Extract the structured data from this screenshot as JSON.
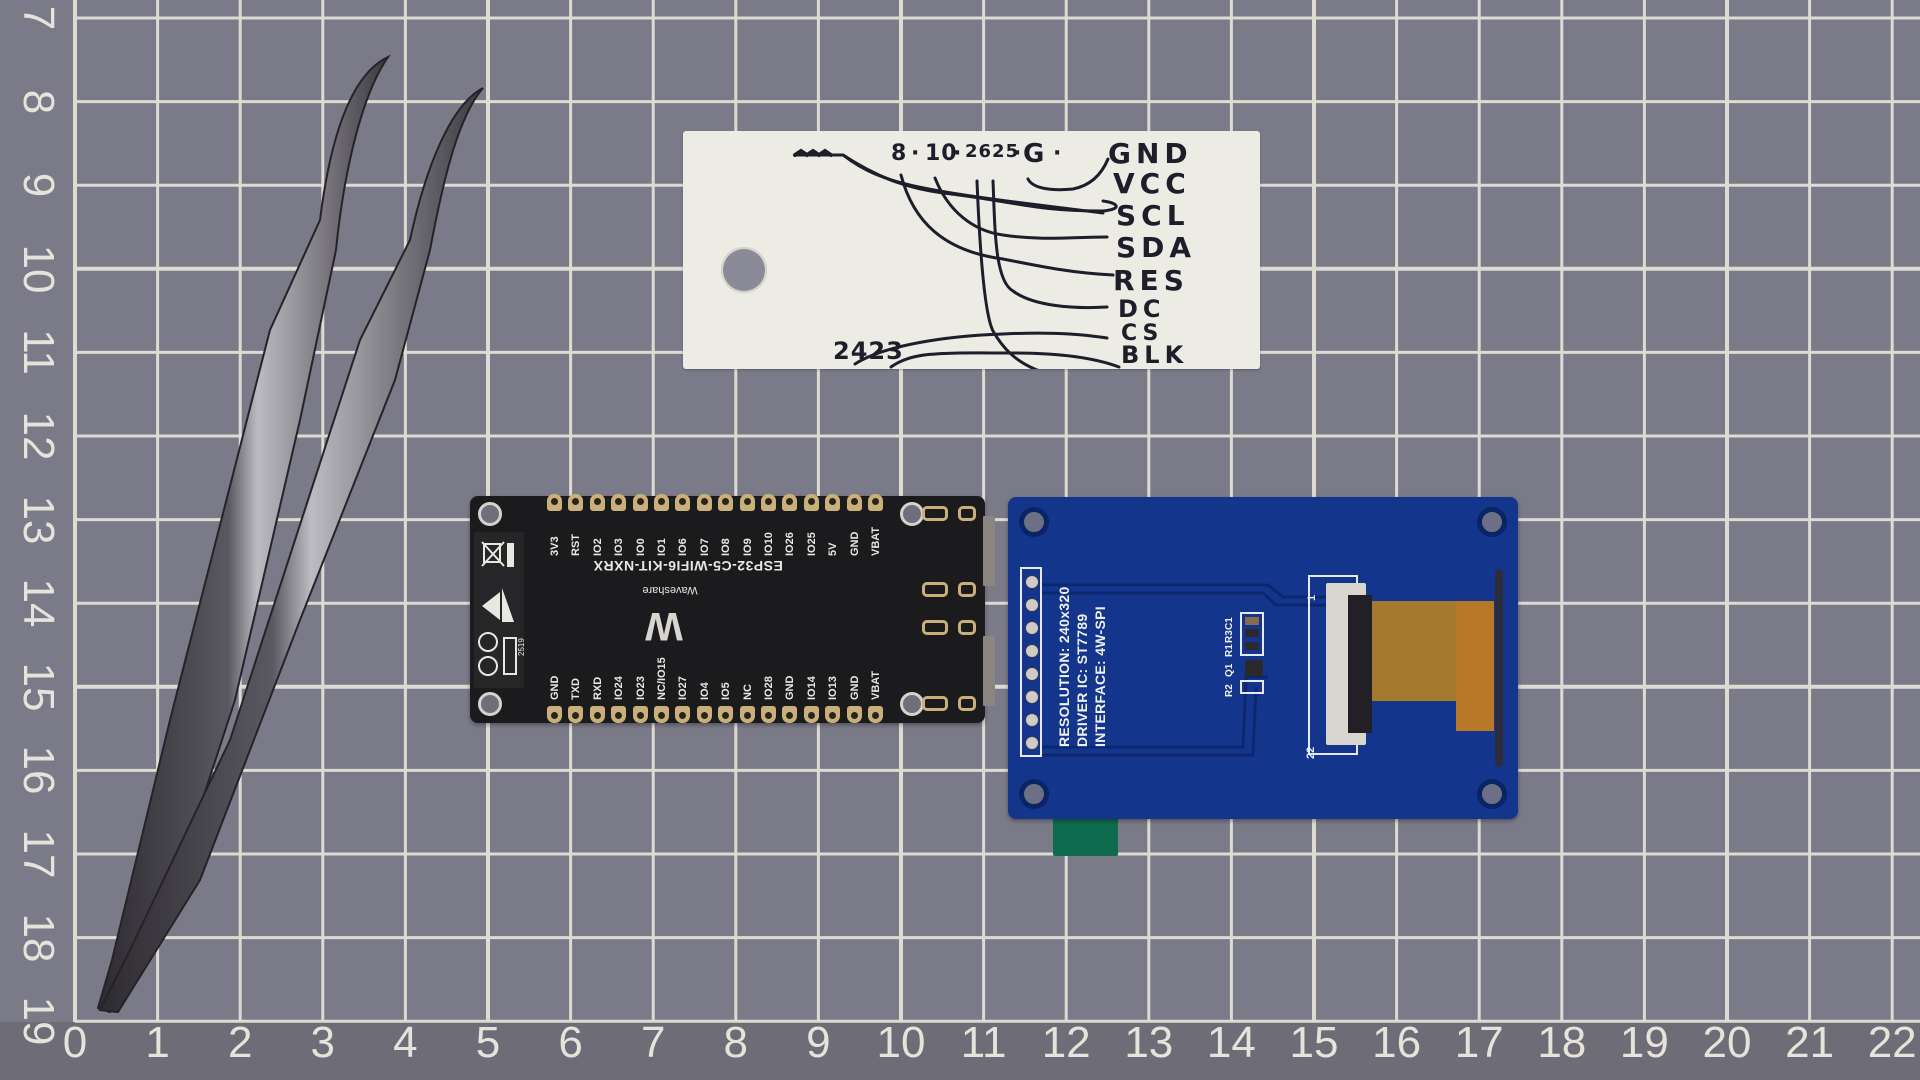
{
  "scene": {
    "description": "Top-down photo of hardware on a gray cutting mat with cm grid",
    "colors": {
      "mat": "#7b7a89",
      "grid": "#dedbd2",
      "card": "#ecebe4",
      "ink": "#1e1d2a",
      "esp_board": "#1b1a1c",
      "display_board": "#13358b",
      "gold": "#c9b07a"
    }
  },
  "ruler": {
    "x_labels": [
      "0",
      "1",
      "2",
      "3",
      "4",
      "5",
      "6",
      "7",
      "8",
      "9",
      "10",
      "11",
      "12",
      "13",
      "14",
      "15",
      "16",
      "17",
      "18",
      "19",
      "20",
      "21",
      "22"
    ],
    "y_labels": [
      "7",
      "8",
      "9",
      "10",
      "11",
      "12",
      "13",
      "14",
      "15",
      "16",
      "17",
      "18",
      "19"
    ]
  },
  "card": {
    "pin_header": [
      "8",
      "·",
      "10",
      "·",
      "2625",
      "·",
      "G",
      "·"
    ],
    "signal_labels": [
      "GND",
      "VCC",
      "SCL",
      "SDA",
      "RES",
      "DC",
      "CS",
      "BLK"
    ],
    "bottom_pins": "2423"
  },
  "esp32": {
    "model": "ESP32-C5-WIFI6-KIT-NXRX",
    "brand": "Waveshare",
    "logo": "W",
    "date_code": "2519",
    "top_pins": [
      "3V3",
      "RST",
      "IO2",
      "IO3",
      "IO0",
      "IO1",
      "IO6",
      "IO7",
      "IO8",
      "IO9",
      "IO10",
      "IO26",
      "IO25",
      "5V",
      "GND",
      "VBAT"
    ],
    "bottom_pins": [
      "GND",
      "TXD",
      "RXD",
      "IO24",
      "IO23",
      "NC/IO15",
      "IO27",
      "IO4",
      "IO5",
      "NC",
      "IO28",
      "GND",
      "IO14",
      "IO13",
      "GND",
      "VBAT"
    ]
  },
  "display": {
    "resolution": "RESOLUTION: 240x320",
    "driver": "DRIVER IC: ST7789",
    "interface": "INTERFACE: 4W-SPI",
    "components": [
      "R1",
      "R3",
      "C1",
      "Q1",
      "R2"
    ],
    "fpc_pin_first": "1",
    "fpc_pin_last": "22",
    "header_pins": 8
  }
}
